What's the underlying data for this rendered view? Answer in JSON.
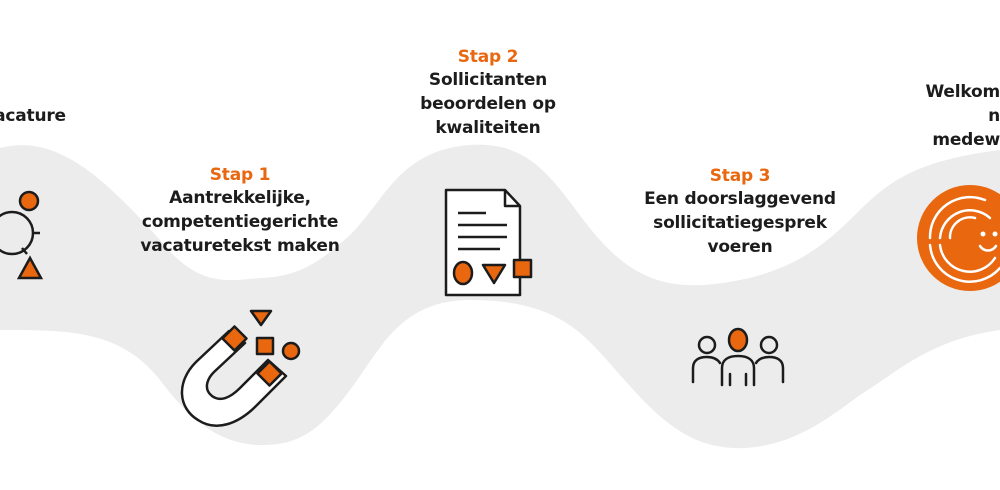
{
  "colors": {
    "accent": "#e8670f",
    "wave": "#ececec",
    "ink": "#1c1c1c"
  },
  "steps": [
    {
      "step": "",
      "text": "acature",
      "icon": "magnifier-shapes-icon"
    },
    {
      "step": "Stap 1",
      "text": "Aantrekkelijke,\ncompetentiegerichte\nvacaturetekst maken",
      "icon": "magnet-icon"
    },
    {
      "step": "Stap 2",
      "text": "Sollicitanten\nbeoordelen op\nkwaliteiten",
      "icon": "document-shapes-icon"
    },
    {
      "step": "Stap 3",
      "text": "Een doorslaggevend\nsollicitatiegesprek\nvoeren",
      "icon": "people-group-icon"
    },
    {
      "step": "",
      "text": "Welkom n\nmedew",
      "icon": "smiley-circle-icon"
    }
  ]
}
